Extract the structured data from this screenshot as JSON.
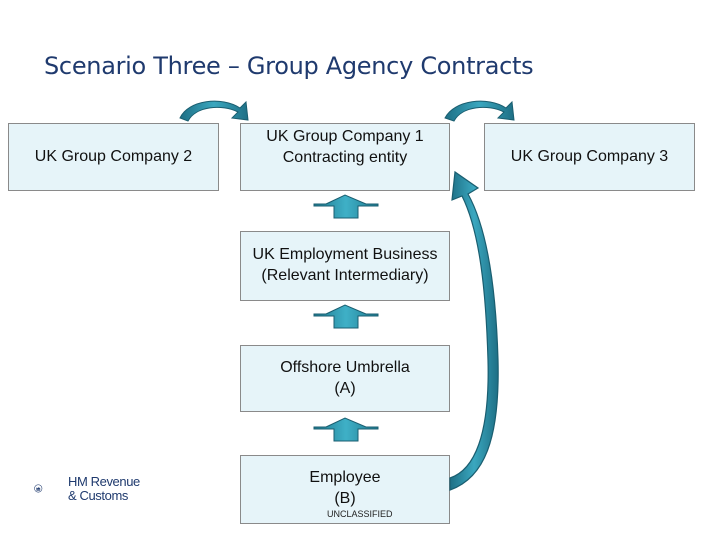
{
  "title": "Scenario Three – Group Agency Contracts",
  "boxes": {
    "company2": "UK Group Company 2",
    "company1": "UK Group Company 1\nContracting entity",
    "company3": "UK Group Company 3",
    "employment_business": "UK Employment Business\n(Relevant Intermediary)",
    "offshore_umbrella": "Offshore Umbrella\n(A)",
    "employee": "Employee\n(B)"
  },
  "logo": {
    "line1": "HM Revenue",
    "line2": "& Customs"
  },
  "classification": "UNCLASSIFIED",
  "colors": {
    "box_fill": "#e6f4f9",
    "arrow_teal": "#2b8fa6",
    "title": "#1f3a6e"
  }
}
